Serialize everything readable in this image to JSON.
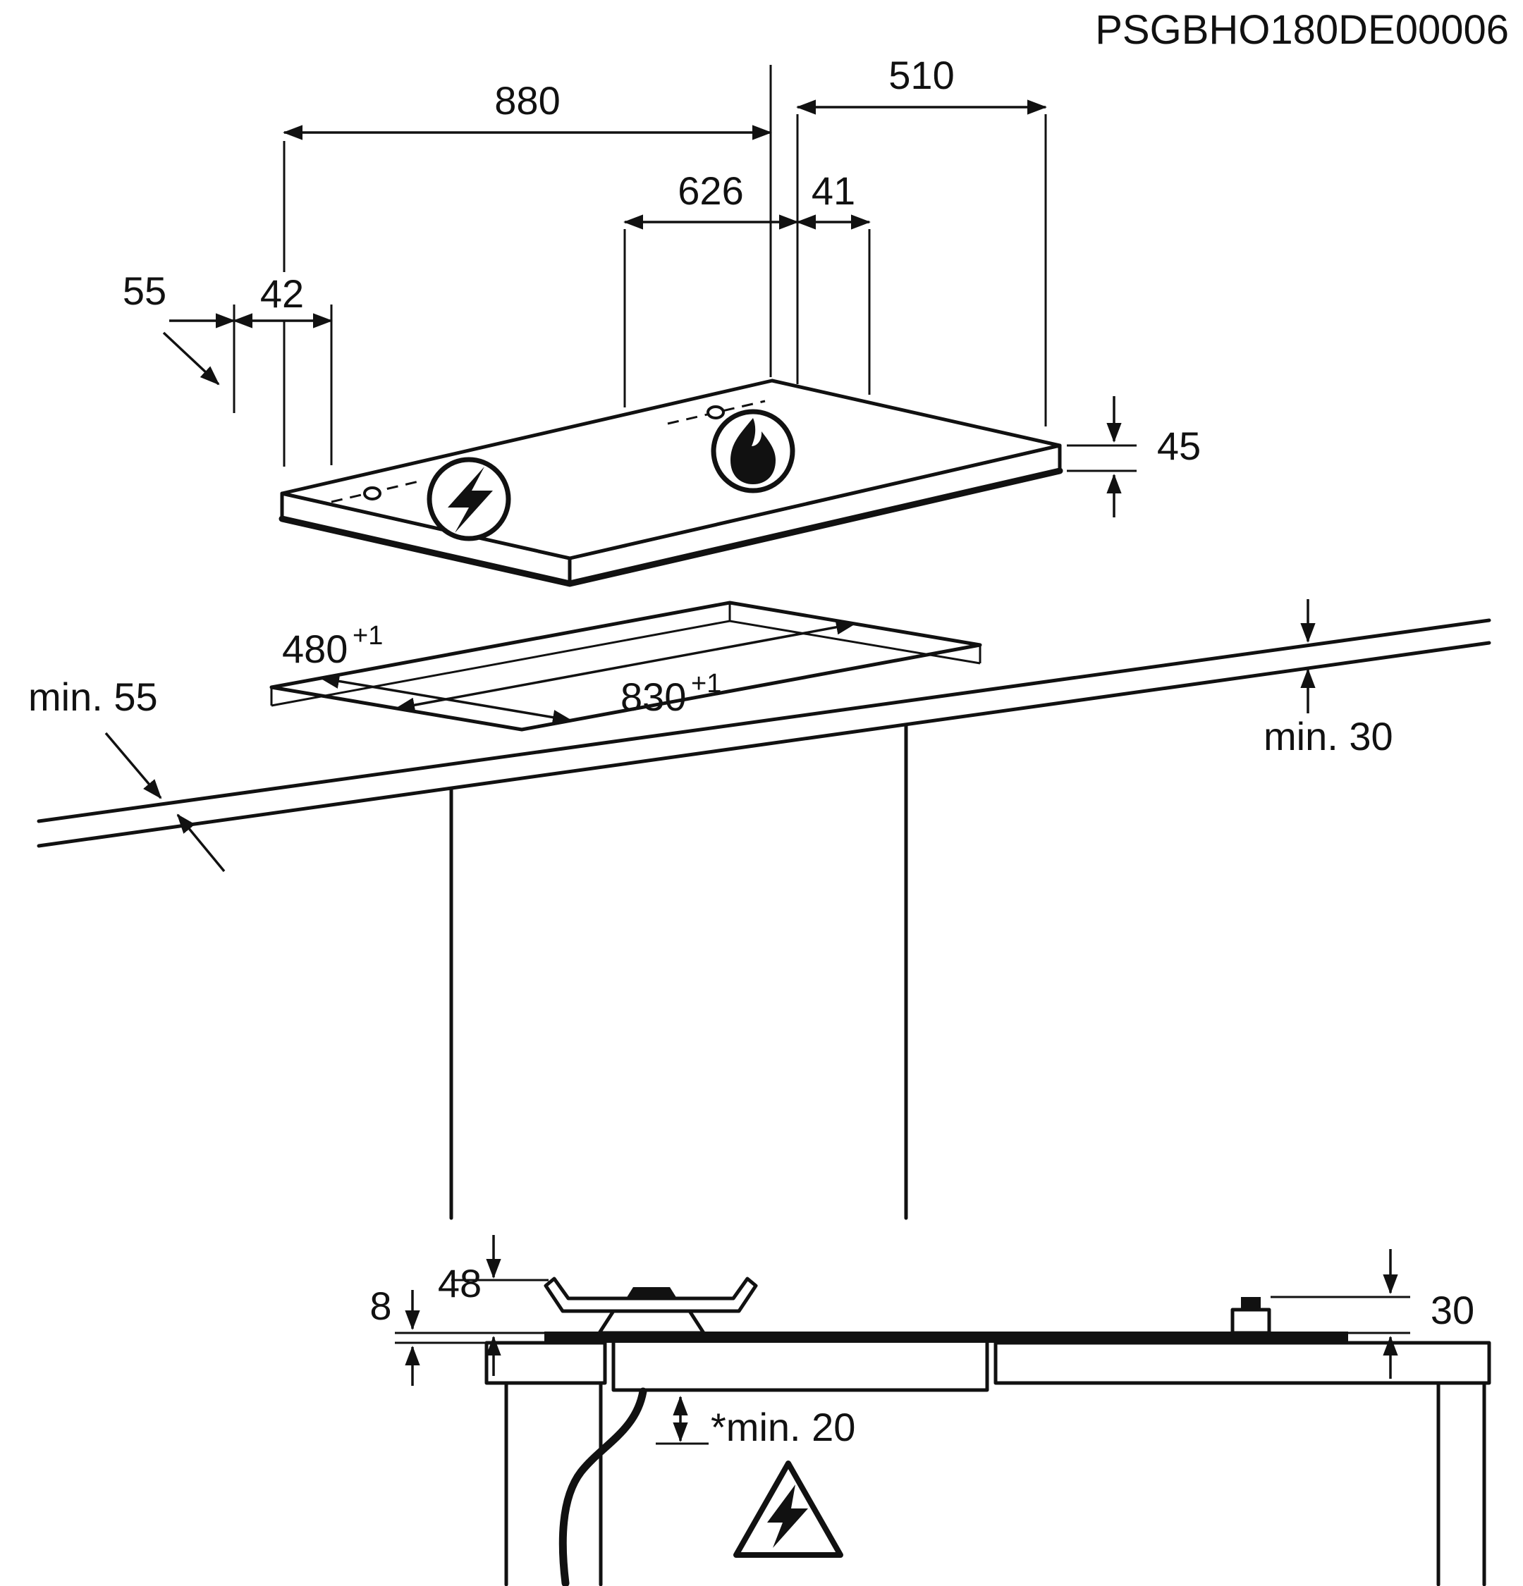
{
  "meta": {
    "code": "PSGBHO180DE00006"
  },
  "hob": {
    "width_mm": "880",
    "depth_mm": "510",
    "height_mm": "45",
    "gas_hole_from_left_mm": "626",
    "gas_hole_from_edge_mm": "41",
    "elec_hole_from_side_mm": "55",
    "elec_hole_from_edge_mm": "42"
  },
  "cutout": {
    "depth_mm": "480",
    "width_mm": "830",
    "tolerance": "+1",
    "min_front_clearance": "min. 55",
    "min_worktop_thickness": "min. 30"
  },
  "cross_section": {
    "pan_support_height_mm": "48",
    "glass_lip_mm": "8",
    "knob_height_mm": "30",
    "min_clearance_below": "*min. 20"
  },
  "icons": {
    "electric": "lightning-bolt-circle",
    "gas": "flame-circle",
    "hazard": "electrical-hazard-triangle"
  },
  "colors": {
    "line": "#111111",
    "background": "#ffffff"
  }
}
